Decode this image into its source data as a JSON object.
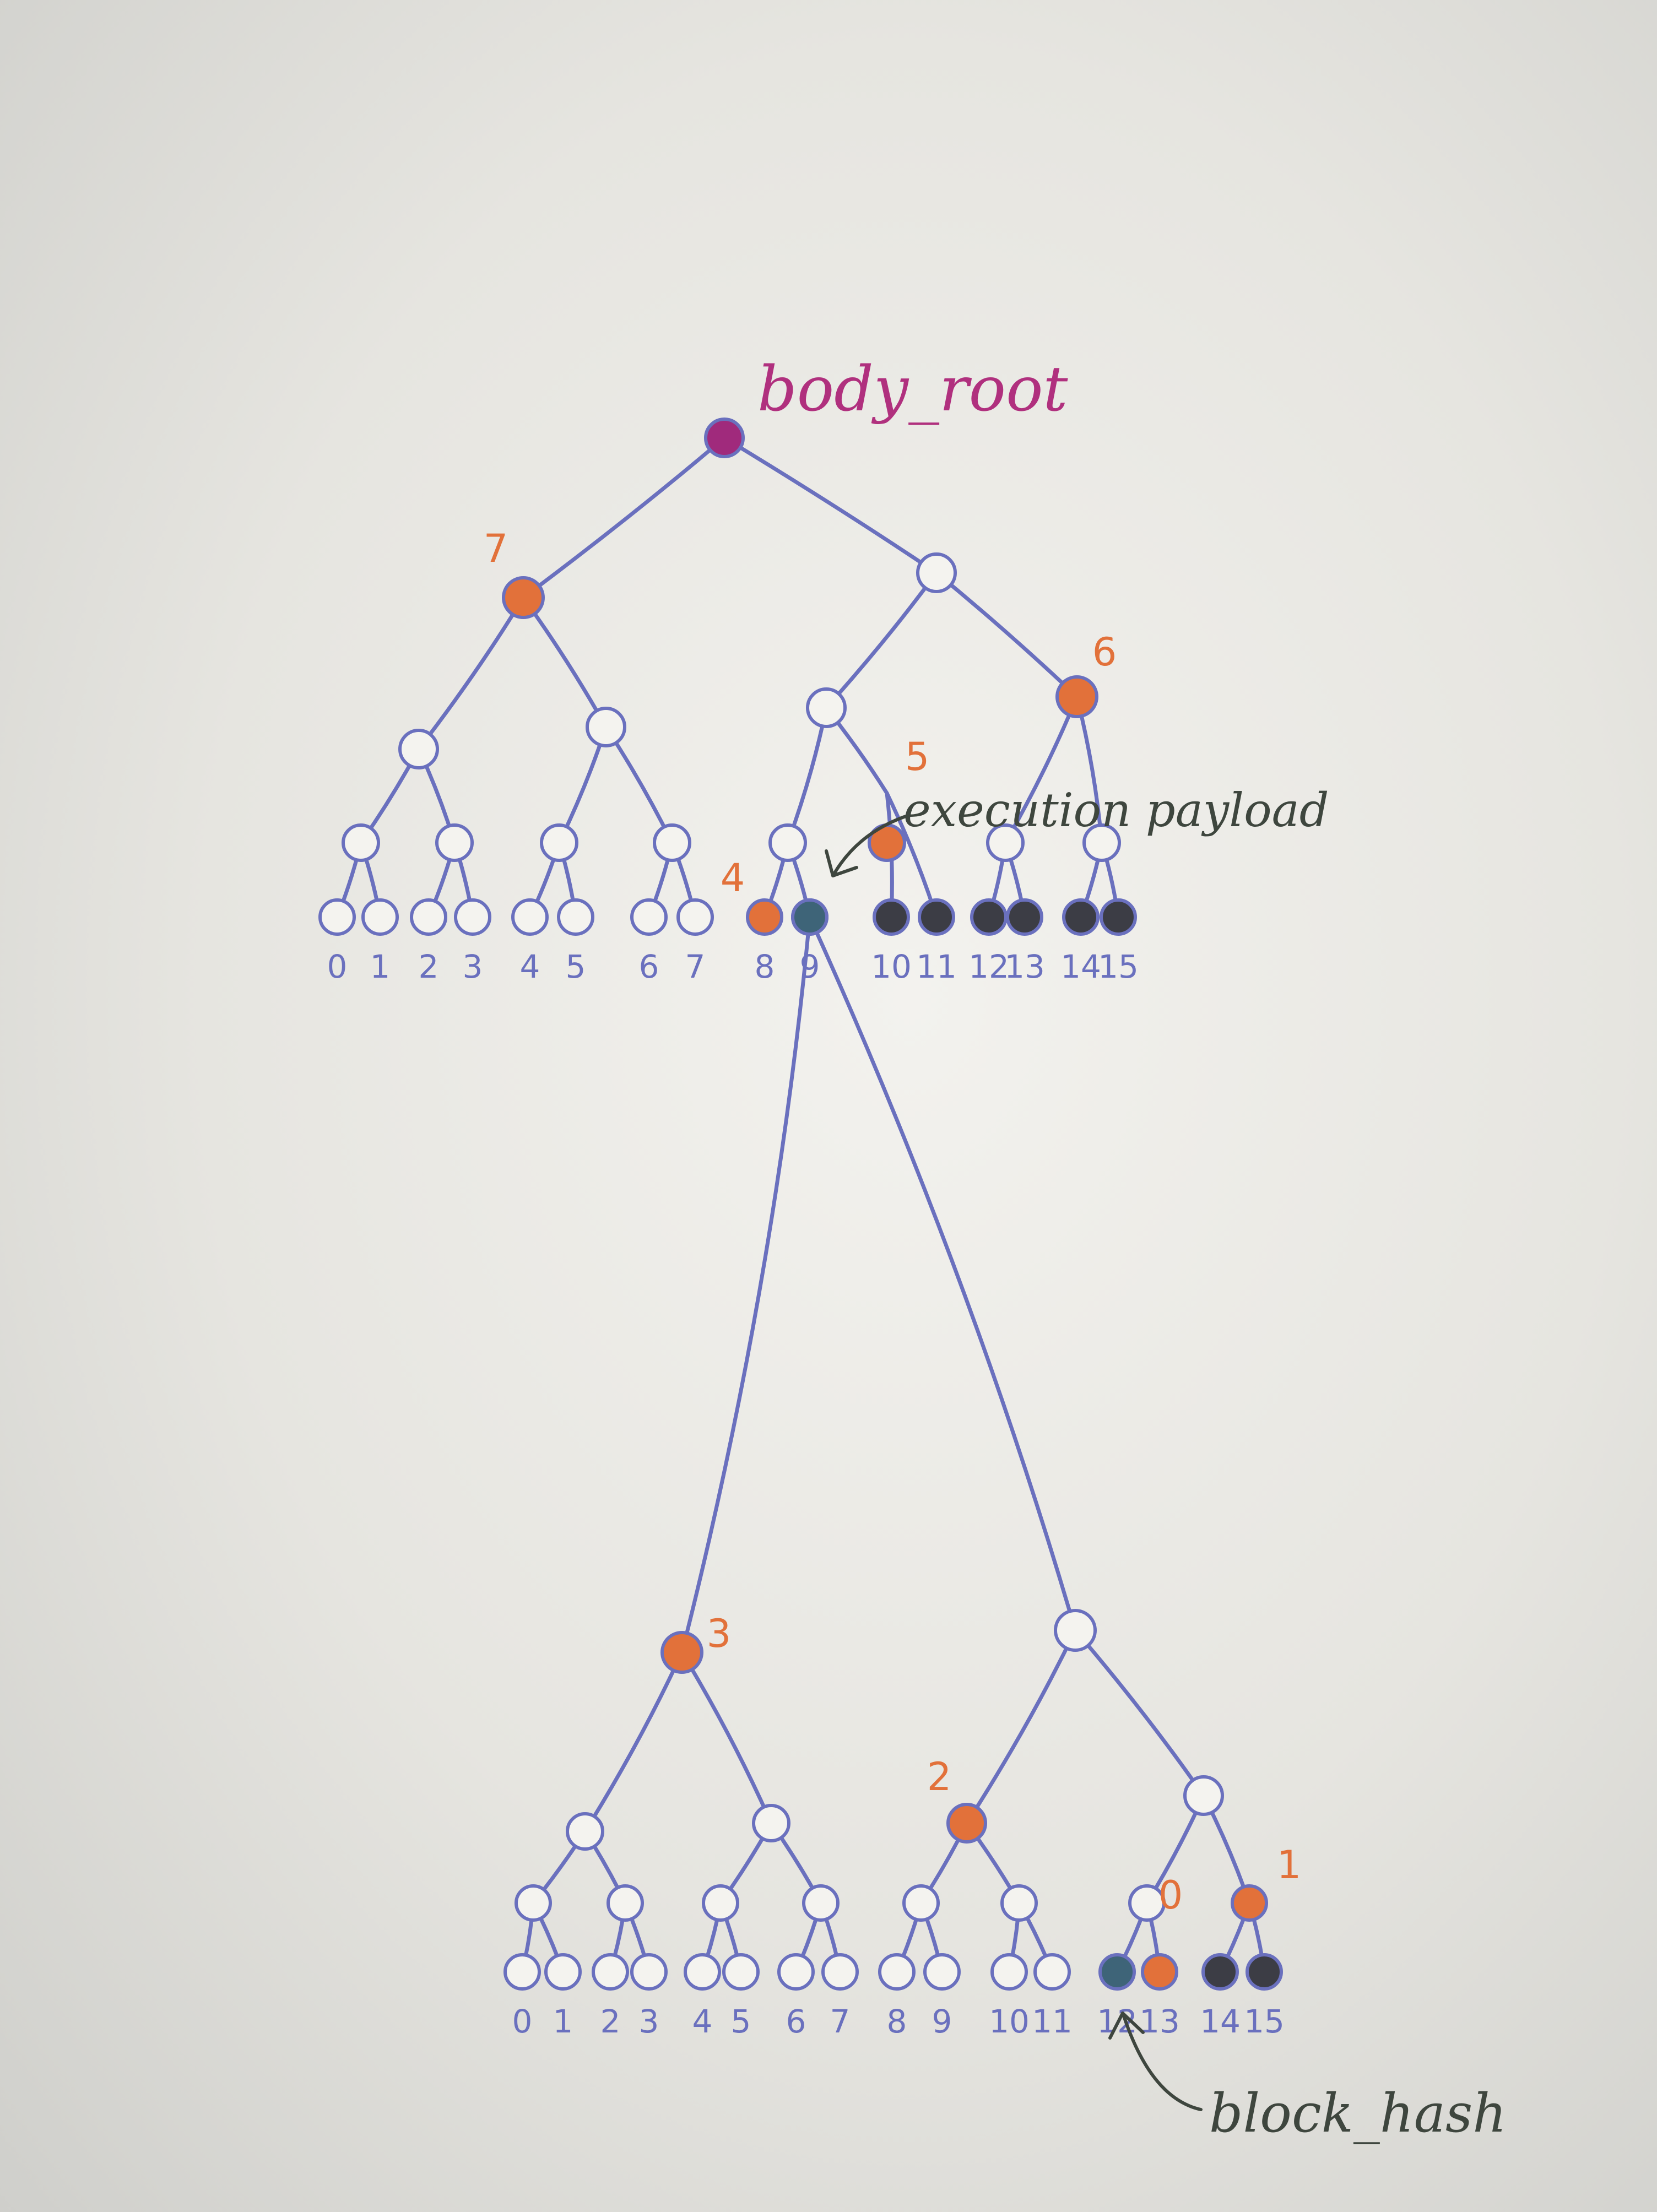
{
  "colors": {
    "edge": "#6a70be",
    "empty_node": "#f4f3ef",
    "proof_node": "#e2713a",
    "target_node": "#3e6478",
    "zero_node": "#3c3d45",
    "root_node": "#a02a7c",
    "root_label": "#b0307e",
    "note_label": "#3e463e"
  },
  "annotations": {
    "root_label": "body_root",
    "execution_payload": "execution payload",
    "block_hash": "block_hash"
  },
  "upper_tree": {
    "leaf_labels": [
      "0",
      "1",
      "2",
      "3",
      "4",
      "5",
      "6",
      "7",
      "8",
      "9",
      "10",
      "11",
      "12",
      "13",
      "14",
      "15"
    ]
  },
  "lower_tree": {
    "leaf_labels": [
      "0",
      "1",
      "2",
      "3",
      "4",
      "5",
      "6",
      "7",
      "8",
      "9",
      "10",
      "11",
      "12",
      "13",
      "14",
      "15"
    ]
  },
  "proof_labels": [
    "0",
    "1",
    "2",
    "3",
    "4",
    "5",
    "6",
    "7"
  ]
}
